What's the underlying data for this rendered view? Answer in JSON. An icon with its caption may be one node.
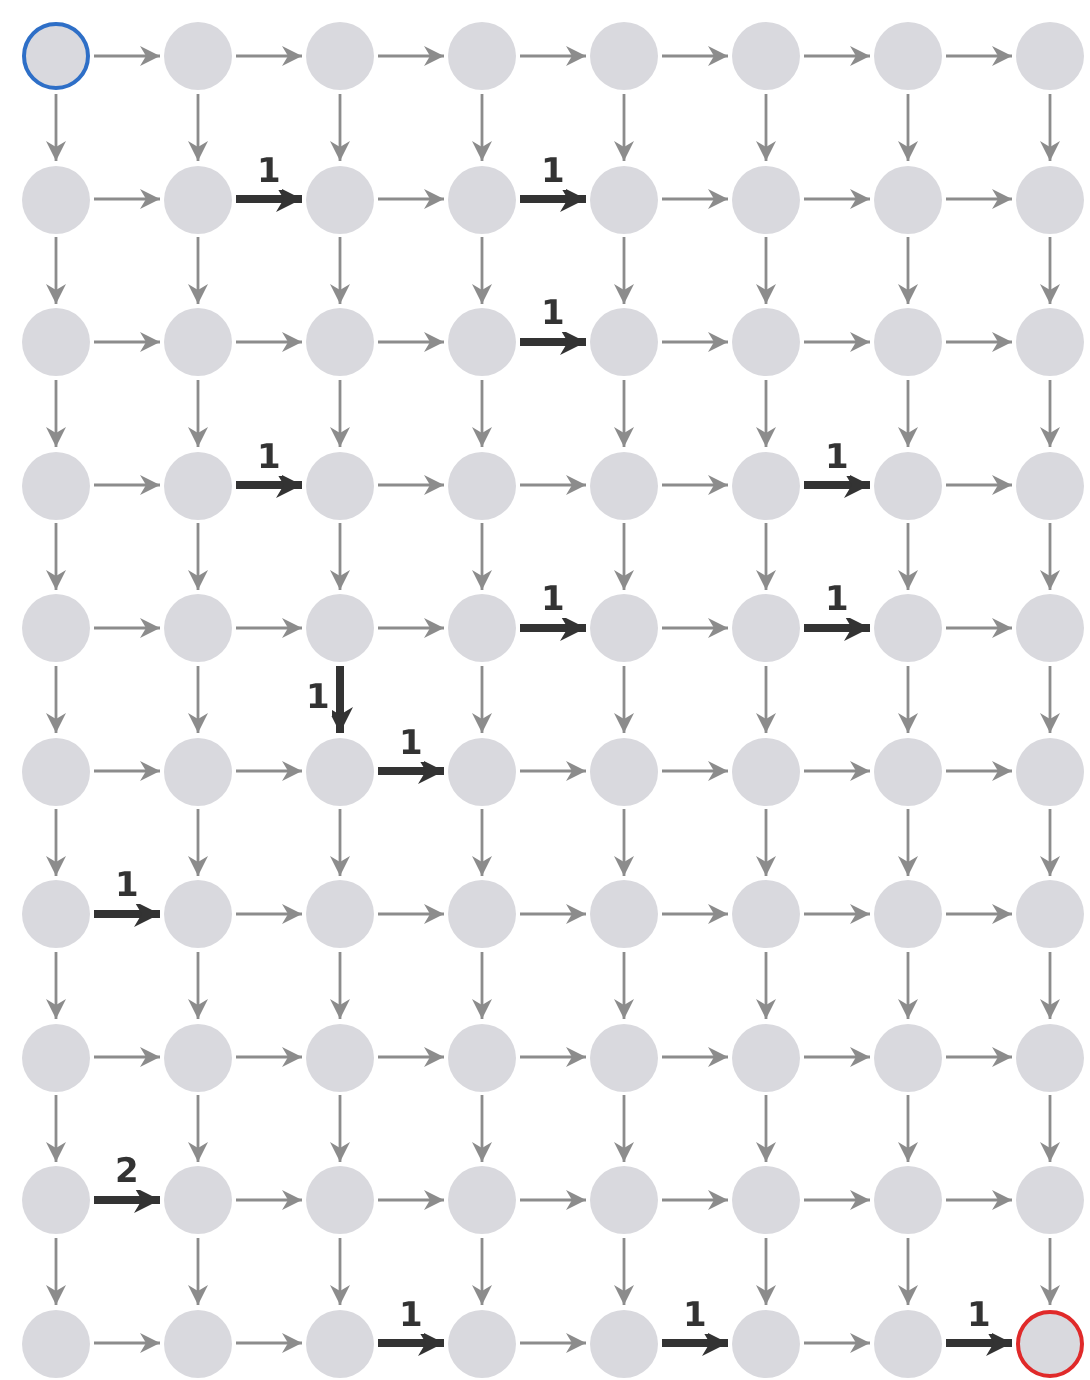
{
  "diagram": {
    "nodes": [
      {
        "text": [],
        "shape": "circle"
      },
      {
        "text": [],
        "shape": "circle"
      },
      {
        "text": [],
        "shape": "circle"
      },
      {
        "text": [],
        "shape": "circle"
      },
      {
        "text": [],
        "shape": "circle"
      },
      {
        "text": [],
        "shape": "circle"
      },
      {
        "text": [],
        "shape": "circle"
      },
      {
        "text": [],
        "shape": "circle"
      },
      {
        "text": [],
        "shape": "circle"
      },
      {
        "text": [],
        "shape": "circle"
      },
      {
        "text": [],
        "shape": "circle"
      },
      {
        "text": [],
        "shape": "circle"
      },
      {
        "text": [],
        "shape": "circle"
      },
      {
        "text": [],
        "shape": "circle"
      },
      {
        "text": [],
        "shape": "circle"
      },
      {
        "text": [],
        "shape": "circle"
      },
      {
        "text": [],
        "shape": "circle"
      },
      {
        "text": [],
        "shape": "circle"
      },
      {
        "text": [],
        "shape": "circle"
      },
      {
        "text": [],
        "shape": "circle"
      },
      {
        "text": [],
        "shape": "circle"
      },
      {
        "text": [],
        "shape": "circle"
      },
      {
        "text": [],
        "shape": "circle"
      },
      {
        "text": [],
        "shape": "circle"
      },
      {
        "text": [],
        "shape": "circle"
      },
      {
        "text": [],
        "shape": "circle"
      },
      {
        "text": [],
        "shape": "circle"
      },
      {
        "text": [],
        "shape": "circle"
      },
      {
        "text": [],
        "shape": "circle"
      },
      {
        "text": [],
        "shape": "circle"
      },
      {
        "text": [],
        "shape": "circle"
      },
      {
        "text": [],
        "shape": "circle"
      },
      {
        "text": [],
        "shape": "circle"
      },
      {
        "text": [],
        "shape": "circle"
      },
      {
        "text": [],
        "shape": "circle"
      },
      {
        "text": [],
        "shape": "circle"
      },
      {
        "text": [],
        "shape": "circle"
      },
      {
        "text": [],
        "shape": "circle"
      },
      {
        "text": [],
        "shape": "circle"
      },
      {
        "text": [],
        "shape": "circle"
      },
      {
        "text": [],
        "shape": "circle"
      },
      {
        "text": [],
        "shape": "circle"
      },
      {
        "text": [],
        "shape": "circle"
      },
      {
        "text": [],
        "shape": "circle"
      },
      {
        "text": [],
        "shape": "circle"
      },
      {
        "text": [],
        "shape": "circle"
      },
      {
        "text": [],
        "shape": "circle"
      },
      {
        "text": [],
        "shape": "circle"
      },
      {
        "text": [],
        "shape": "circle"
      },
      {
        "text": [],
        "shape": "circle"
      },
      {
        "text": [],
        "shape": "circle"
      },
      {
        "text": [],
        "shape": "circle"
      },
      {
        "text": [],
        "shape": "circle"
      },
      {
        "text": [],
        "shape": "circle"
      },
      {
        "text": [],
        "shape": "circle"
      },
      {
        "text": [],
        "shape": "circle"
      },
      {
        "text": [],
        "shape": "circle"
      },
      {
        "text": [],
        "shape": "circle"
      },
      {
        "text": [],
        "shape": "circle"
      },
      {
        "text": [],
        "shape": "circle"
      },
      {
        "text": [],
        "shape": "circle"
      },
      {
        "text": [],
        "shape": "circle"
      },
      {
        "text": [],
        "shape": "circle"
      },
      {
        "text": [],
        "shape": "circle"
      },
      {
        "text": [],
        "shape": "circle"
      },
      {
        "text": [],
        "shape": "circle"
      },
      {
        "text": [],
        "shape": "circle"
      },
      {
        "text": [],
        "shape": "circle"
      },
      {
        "text": [],
        "shape": "circle"
      },
      {
        "text": [],
        "shape": "circle"
      },
      {
        "text": [],
        "shape": "circle"
      },
      {
        "text": [],
        "shape": "circle"
      },
      {
        "text": [],
        "shape": "circle"
      },
      {
        "text": [],
        "shape": "circle"
      },
      {
        "text": [],
        "shape": "circle"
      },
      {
        "text": [],
        "shape": "circle"
      },
      {
        "text": [],
        "shape": "circle"
      },
      {
        "text": [],
        "shape": "circle"
      },
      {
        "text": [],
        "shape": "circle"
      },
      {
        "text": [],
        "shape": "circle"
      }
    ],
    "edges": [
      {
        "from": 0,
        "to": 1,
        "arrow": "to"
      },
      {
        "from": 1,
        "to": 2,
        "arrow": "to"
      },
      {
        "from": 2,
        "to": 3,
        "arrow": "to"
      },
      {
        "from": 3,
        "to": 4,
        "arrow": "to"
      },
      {
        "from": 4,
        "to": 5,
        "arrow": "to"
      },
      {
        "from": 5,
        "to": 6,
        "arrow": "to"
      },
      {
        "from": 6,
        "to": 7,
        "arrow": "to"
      },
      {
        "from": 0,
        "to": 8,
        "arrow": "to"
      },
      {
        "from": 1,
        "to": 9,
        "arrow": "to"
      },
      {
        "from": 2,
        "to": 10,
        "arrow": "to"
      },
      {
        "from": 3,
        "to": 11,
        "arrow": "to"
      },
      {
        "from": 4,
        "to": 12,
        "arrow": "to"
      },
      {
        "from": 5,
        "to": 13,
        "arrow": "to"
      },
      {
        "from": 6,
        "to": 14,
        "arrow": "to"
      },
      {
        "from": 7,
        "to": 15,
        "arrow": "to"
      },
      {
        "from": 8,
        "to": 9,
        "arrow": "to"
      },
      {
        "from": 9,
        "to": 10,
        "arrow": "to",
        "label": "1",
        "style": "thick",
        "color": "#333333"
      },
      {
        "from": 10,
        "to": 11,
        "arrow": "to"
      },
      {
        "from": 11,
        "to": 12,
        "arrow": "to",
        "label": "1",
        "style": "thick",
        "color": "#333333"
      },
      {
        "from": 12,
        "to": 13,
        "arrow": "to"
      },
      {
        "from": 13,
        "to": 14,
        "arrow": "to"
      },
      {
        "from": 14,
        "to": 15,
        "arrow": "to"
      },
      {
        "from": 8,
        "to": 16,
        "arrow": "to"
      },
      {
        "from": 9,
        "to": 17,
        "arrow": "to"
      },
      {
        "from": 10,
        "to": 18,
        "arrow": "to"
      },
      {
        "from": 11,
        "to": 19,
        "arrow": "to"
      },
      {
        "from": 12,
        "to": 20,
        "arrow": "to"
      },
      {
        "from": 13,
        "to": 21,
        "arrow": "to"
      },
      {
        "from": 14,
        "to": 22,
        "arrow": "to"
      },
      {
        "from": 15,
        "to": 23,
        "arrow": "to"
      },
      {
        "from": 16,
        "to": 17,
        "arrow": "to"
      },
      {
        "from": 17,
        "to": 18,
        "arrow": "to"
      },
      {
        "from": 18,
        "to": 19,
        "arrow": "to"
      },
      {
        "from": 19,
        "to": 20,
        "arrow": "to",
        "label": "1",
        "style": "thick",
        "color": "#333333"
      },
      {
        "from": 20,
        "to": 21,
        "arrow": "to"
      },
      {
        "from": 21,
        "to": 22,
        "arrow": "to"
      },
      {
        "from": 22,
        "to": 23,
        "arrow": "to"
      },
      {
        "from": 16,
        "to": 24,
        "arrow": "to"
      },
      {
        "from": 17,
        "to": 25,
        "arrow": "to"
      },
      {
        "from": 18,
        "to": 26,
        "arrow": "to"
      },
      {
        "from": 19,
        "to": 27,
        "arrow": "to"
      },
      {
        "from": 20,
        "to": 28,
        "arrow": "to"
      },
      {
        "from": 21,
        "to": 29,
        "arrow": "to"
      },
      {
        "from": 22,
        "to": 30,
        "arrow": "to"
      },
      {
        "from": 23,
        "to": 31,
        "arrow": "to"
      },
      {
        "from": 24,
        "to": 25,
        "arrow": "to"
      },
      {
        "from": 25,
        "to": 26,
        "arrow": "to",
        "label": "1",
        "style": "thick",
        "color": "#333333"
      },
      {
        "from": 26,
        "to": 27,
        "arrow": "to"
      },
      {
        "from": 27,
        "to": 28,
        "arrow": "to"
      },
      {
        "from": 28,
        "to": 29,
        "arrow": "to"
      },
      {
        "from": 29,
        "to": 30,
        "arrow": "to",
        "label": "1",
        "style": "thick",
        "color": "#333333"
      },
      {
        "from": 30,
        "to": 31,
        "arrow": "to"
      },
      {
        "from": 24,
        "to": 32,
        "arrow": "to"
      },
      {
        "from": 25,
        "to": 33,
        "arrow": "to"
      },
      {
        "from": 26,
        "to": 34,
        "arrow": "to"
      },
      {
        "from": 27,
        "to": 35,
        "arrow": "to"
      },
      {
        "from": 28,
        "to": 36,
        "arrow": "to"
      },
      {
        "from": 29,
        "to": 37,
        "arrow": "to"
      },
      {
        "from": 30,
        "to": 38,
        "arrow": "to"
      },
      {
        "from": 31,
        "to": 39,
        "arrow": "to"
      },
      {
        "from": 32,
        "to": 33,
        "arrow": "to"
      },
      {
        "from": 33,
        "to": 34,
        "arrow": "to"
      },
      {
        "from": 34,
        "to": 35,
        "arrow": "to"
      },
      {
        "from": 35,
        "to": 36,
        "arrow": "to",
        "label": "1",
        "style": "thick",
        "color": "#333333"
      },
      {
        "from": 36,
        "to": 37,
        "arrow": "to"
      },
      {
        "from": 37,
        "to": 38,
        "arrow": "to",
        "label": "1",
        "style": "thick",
        "color": "#333333"
      },
      {
        "from": 38,
        "to": 39,
        "arrow": "to"
      },
      {
        "from": 32,
        "to": 40,
        "arrow": "to"
      },
      {
        "from": 33,
        "to": 41,
        "arrow": "to"
      },
      {
        "from": 34,
        "to": 42,
        "arrow": "to",
        "label": "1",
        "style": "thick",
        "color": "#333333"
      },
      {
        "from": 35,
        "to": 43,
        "arrow": "to"
      },
      {
        "from": 36,
        "to": 44,
        "arrow": "to"
      },
      {
        "from": 37,
        "to": 45,
        "arrow": "to"
      },
      {
        "from": 38,
        "to": 46,
        "arrow": "to"
      },
      {
        "from": 39,
        "to": 47,
        "arrow": "to"
      },
      {
        "from": 40,
        "to": 41,
        "arrow": "to"
      },
      {
        "from": 41,
        "to": 42,
        "arrow": "to"
      },
      {
        "from": 42,
        "to": 43,
        "arrow": "to",
        "label": "1",
        "style": "thick",
        "color": "#333333"
      },
      {
        "from": 43,
        "to": 44,
        "arrow": "to"
      },
      {
        "from": 44,
        "to": 45,
        "arrow": "to"
      },
      {
        "from": 45,
        "to": 46,
        "arrow": "to"
      },
      {
        "from": 46,
        "to": 47,
        "arrow": "to"
      },
      {
        "from": 40,
        "to": 48,
        "arrow": "to"
      },
      {
        "from": 41,
        "to": 49,
        "arrow": "to"
      },
      {
        "from": 42,
        "to": 50,
        "arrow": "to"
      },
      {
        "from": 43,
        "to": 51,
        "arrow": "to"
      },
      {
        "from": 44,
        "to": 52,
        "arrow": "to"
      },
      {
        "from": 45,
        "to": 53,
        "arrow": "to"
      },
      {
        "from": 46,
        "to": 54,
        "arrow": "to"
      },
      {
        "from": 47,
        "to": 55,
        "arrow": "to"
      },
      {
        "from": 48,
        "to": 49,
        "arrow": "to",
        "label": "1",
        "style": "thick",
        "color": "#333333"
      },
      {
        "from": 49,
        "to": 50,
        "arrow": "to"
      },
      {
        "from": 50,
        "to": 51,
        "arrow": "to"
      },
      {
        "from": 51,
        "to": 52,
        "arrow": "to"
      },
      {
        "from": 52,
        "to": 53,
        "arrow": "to"
      },
      {
        "from": 53,
        "to": 54,
        "arrow": "to"
      },
      {
        "from": 54,
        "to": 55,
        "arrow": "to"
      },
      {
        "from": 48,
        "to": 56,
        "arrow": "to"
      },
      {
        "from": 49,
        "to": 57,
        "arrow": "to"
      },
      {
        "from": 50,
        "to": 58,
        "arrow": "to"
      },
      {
        "from": 51,
        "to": 59,
        "arrow": "to"
      },
      {
        "from": 52,
        "to": 60,
        "arrow": "to"
      },
      {
        "from": 53,
        "to": 61,
        "arrow": "to"
      },
      {
        "from": 54,
        "to": 62,
        "arrow": "to"
      },
      {
        "from": 55,
        "to": 63,
        "arrow": "to"
      },
      {
        "from": 56,
        "to": 57,
        "arrow": "to"
      },
      {
        "from": 57,
        "to": 58,
        "arrow": "to"
      },
      {
        "from": 58,
        "to": 59,
        "arrow": "to"
      },
      {
        "from": 59,
        "to": 60,
        "arrow": "to"
      },
      {
        "from": 60,
        "to": 61,
        "arrow": "to"
      },
      {
        "from": 61,
        "to": 62,
        "arrow": "to"
      },
      {
        "from": 62,
        "to": 63,
        "arrow": "to"
      },
      {
        "from": 56,
        "to": 64,
        "arrow": "to"
      },
      {
        "from": 57,
        "to": 65,
        "arrow": "to"
      },
      {
        "from": 58,
        "to": 66,
        "arrow": "to"
      },
      {
        "from": 59,
        "to": 67,
        "arrow": "to"
      },
      {
        "from": 60,
        "to": 68,
        "arrow": "to"
      },
      {
        "from": 61,
        "to": 69,
        "arrow": "to"
      },
      {
        "from": 62,
        "to": 70,
        "arrow": "to"
      },
      {
        "from": 63,
        "to": 71,
        "arrow": "to"
      },
      {
        "from": 64,
        "to": 65,
        "arrow": "to",
        "label": "2",
        "style": "thick",
        "color": "#333333"
      },
      {
        "from": 65,
        "to": 66,
        "arrow": "to"
      },
      {
        "from": 66,
        "to": 67,
        "arrow": "to"
      },
      {
        "from": 67,
        "to": 68,
        "arrow": "to"
      },
      {
        "from": 68,
        "to": 69,
        "arrow": "to"
      },
      {
        "from": 69,
        "to": 70,
        "arrow": "to"
      },
      {
        "from": 70,
        "to": 71,
        "arrow": "to"
      },
      {
        "from": 64,
        "to": 72,
        "arrow": "to"
      },
      {
        "from": 65,
        "to": 73,
        "arrow": "to"
      },
      {
        "from": 66,
        "to": 74,
        "arrow": "to"
      },
      {
        "from": 67,
        "to": 75,
        "arrow": "to"
      },
      {
        "from": 68,
        "to": 76,
        "arrow": "to"
      },
      {
        "from": 69,
        "to": 77,
        "arrow": "to"
      },
      {
        "from": 70,
        "to": 78,
        "arrow": "to"
      },
      {
        "from": 71,
        "to": 79,
        "arrow": "to"
      },
      {
        "from": 72,
        "to": 73,
        "arrow": "to"
      },
      {
        "from": 73,
        "to": 74,
        "arrow": "to"
      },
      {
        "from": 74,
        "to": 75,
        "arrow": "to",
        "label": "1",
        "style": "thick",
        "color": "#333333"
      },
      {
        "from": 75,
        "to": 76,
        "arrow": "to"
      },
      {
        "from": 76,
        "to": 77,
        "arrow": "to",
        "label": "1",
        "style": "thick",
        "color": "#333333"
      },
      {
        "from": 77,
        "to": 78,
        "arrow": "to"
      },
      {
        "from": 78,
        "to": 79,
        "arrow": "to",
        "label": "1",
        "style": "thick",
        "color": "#333333"
      }
    ]
  }
}
